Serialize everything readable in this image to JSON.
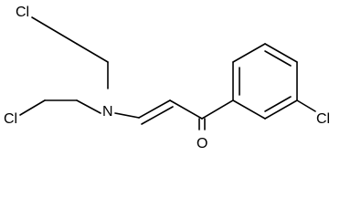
{
  "molecule": {
    "atoms": {
      "cl_top": "Cl",
      "cl_left": "Cl",
      "nitrogen": "N",
      "oxygen": "O",
      "cl_ring": "Cl"
    }
  },
  "colors": {
    "background": "#ffffff",
    "ink": "#000000"
  }
}
